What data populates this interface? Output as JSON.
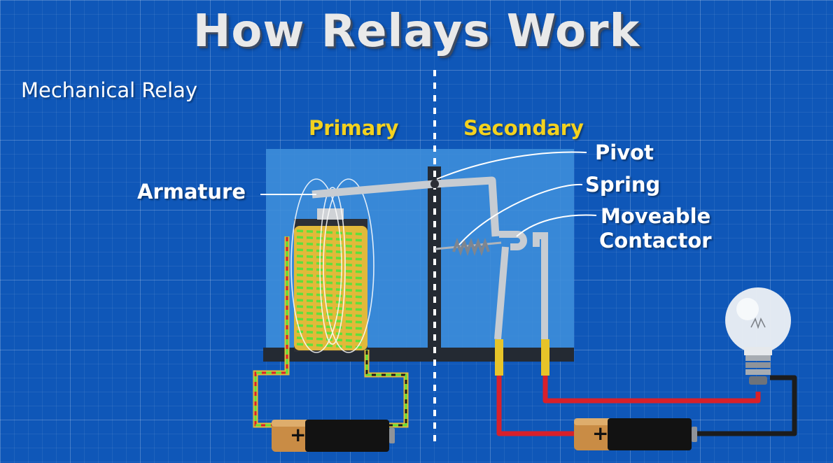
{
  "title": "How Relays Work",
  "subtitle": "Mechanical Relay",
  "sections": {
    "primary": "Primary",
    "secondary": "Secondary"
  },
  "labels": {
    "armature": "Armature",
    "pivot": "Pivot",
    "spring": "Spring",
    "moveable_contactor_line1": "Moveable",
    "moveable_contactor_line2": "Contactor"
  },
  "battery_symbol": "+",
  "colors": {
    "background": "#0f57b8",
    "relay_housing": "#3f8fdb",
    "coil_wire": "#e2b93a",
    "flow_dash": "#5fe03a",
    "positive_wire": "#d8202a",
    "negative_wire": "#1c1c1c",
    "section_text": "#f3d21f"
  },
  "icons": [
    "battery-icon",
    "light-bulb-icon",
    "spring-icon",
    "coil-icon"
  ]
}
